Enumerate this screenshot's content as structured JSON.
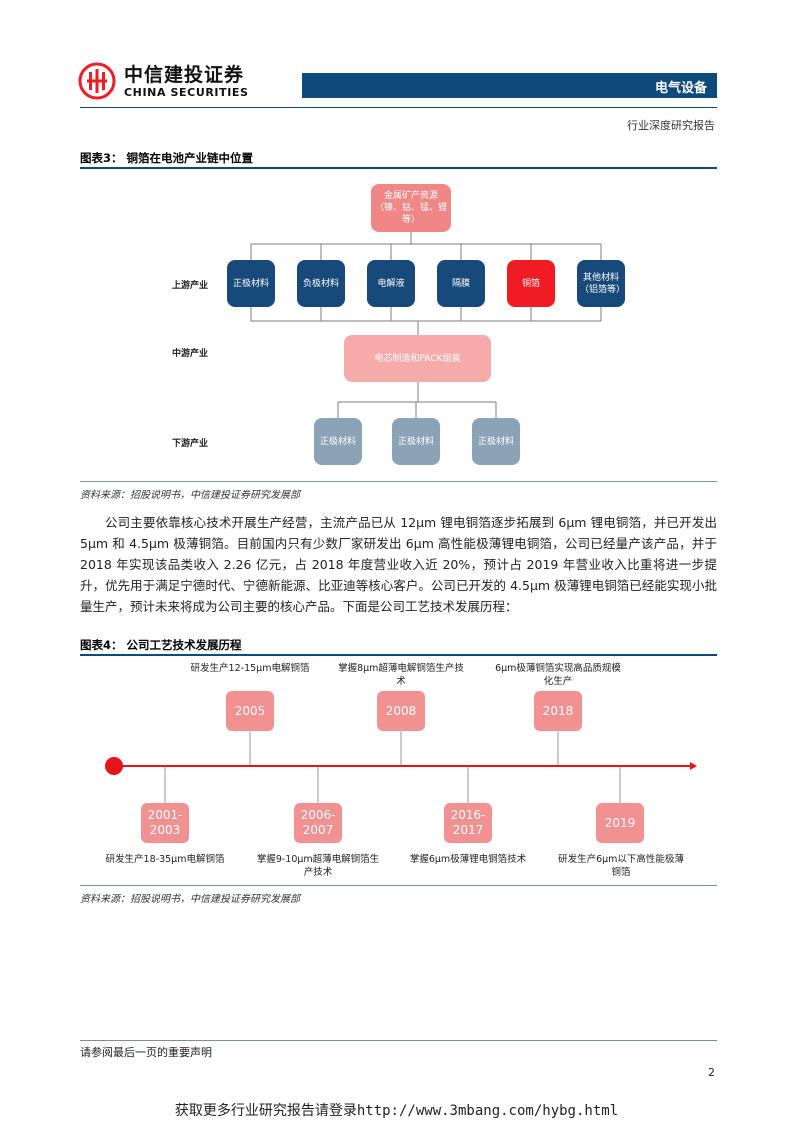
{
  "header": {
    "logo_cn": "中信建投证券",
    "logo_en": "CHINA SECURITIES",
    "sector": "电气设备",
    "report_type": "行业深度研究报告",
    "brand_color": "#f11b23",
    "bar_color": "#0f4a7c"
  },
  "figure3": {
    "title": "图表3：  铜箔在电池产业链中位置",
    "top_node": "金属矿产资源（镍、钴、锰、锂等）",
    "levels": {
      "upstream": "上游产业",
      "midstream": "中游产业",
      "downstream": "下游产业"
    },
    "upstream_nodes": [
      "正极材料",
      "负极材料",
      "电解液",
      "隔膜",
      "铜箔",
      "其他材料（铝箔等）"
    ],
    "mid_node": "电芯制造和PACK组装",
    "downstream_nodes": [
      "正极材料",
      "正极材料",
      "正极材料"
    ],
    "source": "资料来源：招股说明书，中信建投证券研究发展部"
  },
  "paragraph": "公司主要依靠核心技术开展生产经营，主流产品已从 12μm 锂电铜箔逐步拓展到 6μm 锂电铜箔，并已开发出 5μm 和 4.5μm 极薄铜箔。目前国内只有少数厂家研发出 6μm 高性能极薄锂电铜箔，公司已经量产该产品，并于 2018 年实现该品类收入 2.26 亿元，占 2018 年度营业收入近 20%，预计占 2019 年营业收入比重将进一步提升，优先用于满足宁德时代、宁德新能源、比亚迪等核心客户。公司已开发的 4.5μm 极薄锂电铜箔已经能实现小批量生产，预计未来将成为公司主要的核心产品。下面是公司工艺技术发展历程：",
  "figure4": {
    "title": "图表4：  公司工艺技术发展历程",
    "top_events": [
      {
        "year": "2005",
        "text": "研发生产12-15μm电解铜箔"
      },
      {
        "year": "2008",
        "text": "掌握8μm超薄电解铜箔生产技术"
      },
      {
        "year": "2018",
        "text": "6μm极薄铜箔实现高品质规模化生产"
      }
    ],
    "bottom_events": [
      {
        "year": "2001-2003",
        "text": "研发生产18-35μm电解铜箔"
      },
      {
        "year": "2006-2007",
        "text": "掌握9-10μm超薄电解铜箔生产技术"
      },
      {
        "year": "2016-2017",
        "text": "掌握6μm极薄锂电铜箔技术"
      },
      {
        "year": "2019",
        "text": "研发生产6μm以下高性能极薄铜箔"
      }
    ],
    "source": "资料来源：招股说明书，中信建投证券研究发展部"
  },
  "footer": {
    "note": "请参阅最后一页的重要声明",
    "page": "2",
    "link": "获取更多行业研究报告请登录http://www.3mbang.com/hybg.html"
  }
}
